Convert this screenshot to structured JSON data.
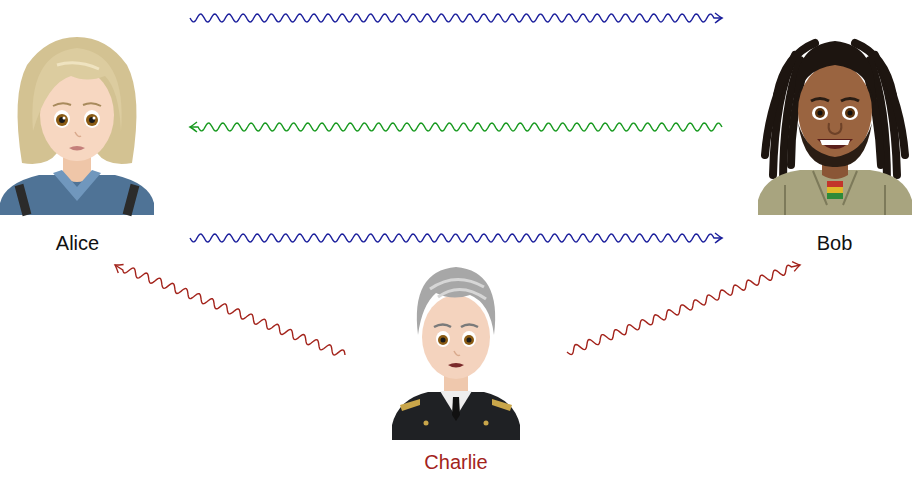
{
  "diagram": {
    "nodes": [
      {
        "text": [
          "Alice"
        ]
      },
      {
        "text": [
          "Bob"
        ]
      },
      {
        "text": [
          "Charlie"
        ]
      }
    ],
    "edges": [
      {
        "from": 0,
        "to": 1,
        "arrow": "to"
      },
      {
        "from": 1,
        "to": 0,
        "arrow": "to"
      },
      {
        "from": 0,
        "to": 1,
        "arrow": "to"
      },
      {
        "from": 2,
        "to": 0,
        "arrow": "to"
      },
      {
        "from": 2,
        "to": 1,
        "arrow": "to"
      }
    ]
  }
}
